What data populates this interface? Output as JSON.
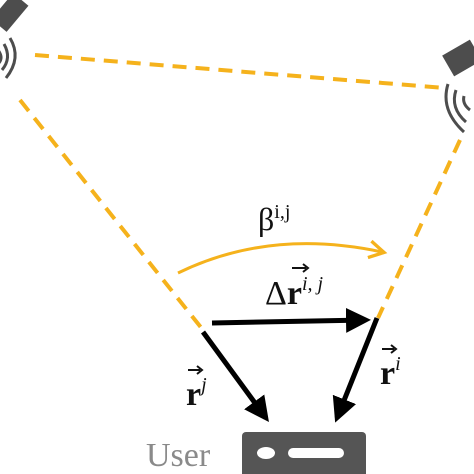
{
  "diagram": {
    "labels": {
      "beta_base": "β",
      "beta_sup": "i,j",
      "delta_prefix": "Δ",
      "delta_r": "r",
      "delta_sup": "i, j",
      "rj_r": "r",
      "rj_sup": "j",
      "ri_r": "r",
      "ri_sup": "i",
      "user": "User"
    },
    "colors": {
      "dashed_line": "#f5b21c",
      "beta_arc": "#f5b21c",
      "vectors": "#000000",
      "satellite": "#4d4d4d",
      "device": "#555555",
      "user_text": "#8a8a8a"
    },
    "icons": {
      "left_satellite": "satellite-icon",
      "right_satellite": "satellite-icon",
      "user_device": "receiver-device-icon"
    }
  }
}
